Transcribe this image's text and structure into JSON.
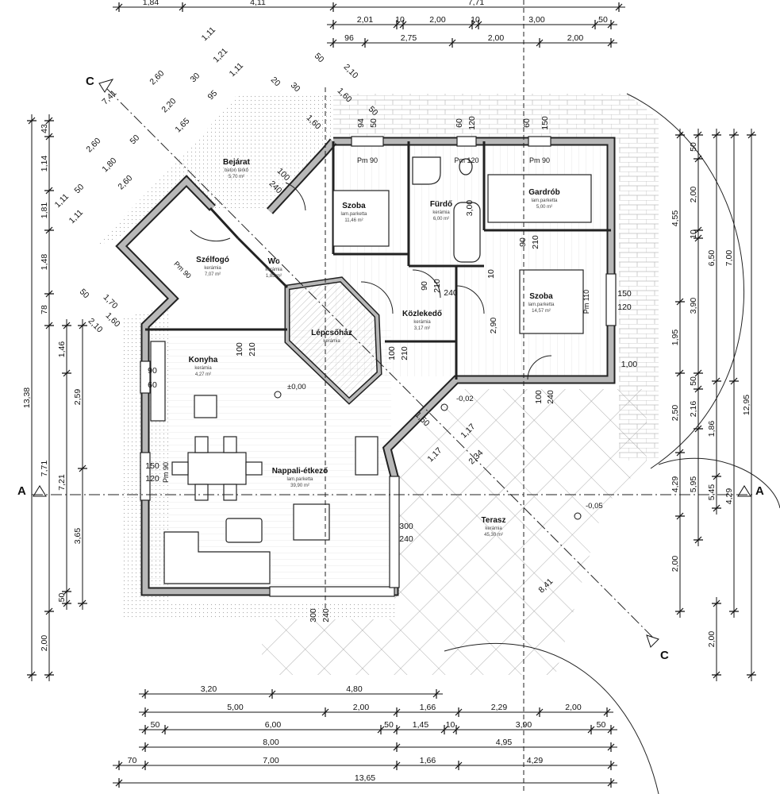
{
  "rooms": [
    {
      "name": "Bejárat",
      "finish": "beton térkő",
      "area": "5,70 m²"
    },
    {
      "name": "Szélfogó",
      "finish": "kerámia",
      "area": "7,07 m²"
    },
    {
      "name": "Wc",
      "finish": "kerámia",
      "area": "1,85 m²"
    },
    {
      "name": "Lépcsőház",
      "finish": "kerámia",
      "area": ""
    },
    {
      "name": "Közlekedő",
      "finish": "kerámia",
      "area": "3,17 m²"
    },
    {
      "name": "Szoba",
      "finish": "lam.parketta",
      "area": "11,46 m²"
    },
    {
      "name": "Fürdő",
      "finish": "kerámia",
      "area": "6,00 m²"
    },
    {
      "name": "Gardrób",
      "finish": "lam.parketta",
      "area": "5,00 m²"
    },
    {
      "name": "Szoba",
      "finish": "lam.parketta",
      "area": "14,57 m²"
    },
    {
      "name": "Konyha",
      "finish": "kerámia",
      "area": "4,27 m²"
    },
    {
      "name": "Nappali-étkező",
      "finish": "lam.parketta",
      "area": "39,90 m²"
    },
    {
      "name": "Terasz",
      "finish": "kerámia",
      "area": "45,30 m²"
    }
  ],
  "dimensions": {
    "top": [
      [
        "1,84",
        "4,11",
        "7,71"
      ],
      [
        "2,01",
        "10",
        "2,00",
        "10",
        "3,00",
        "50"
      ],
      [
        "96",
        "2,75",
        "2,00",
        "2,00"
      ]
    ],
    "bottom": [
      [
        "3,20",
        "4,80"
      ],
      [
        "5,00",
        "2,00",
        "1,66",
        "2,29",
        "2,00"
      ],
      [
        "50",
        "6,00",
        "50",
        "1,45",
        "10",
        "3,90",
        "50"
      ],
      [
        "8,00",
        "4,95"
      ],
      [
        "70",
        "7,00",
        "1,66",
        "4,29"
      ],
      [
        "13,65"
      ]
    ],
    "left": [
      [
        "13,38"
      ],
      [
        "43",
        "1,14",
        "1,81",
        "1,48",
        "78",
        "7,71",
        "2,00"
      ],
      [
        "1,46",
        "7,21",
        "50"
      ],
      [
        "2,59",
        "3,65"
      ]
    ],
    "right": [
      [
        "4,55",
        "1,95",
        "2,50",
        "4,29",
        "2,00"
      ],
      [
        "50",
        "2,00",
        "10",
        "3,90",
        "50",
        "2,16",
        "5,95"
      ],
      [
        "6,50",
        "1,86",
        "5,45"
      ],
      [
        "2,00"
      ],
      [
        "7,00",
        "4,29"
      ],
      [
        "12,95"
      ]
    ]
  },
  "annotations": [
    "7,41",
    "2,60",
    "2,20",
    "1,65",
    "2,60",
    "50",
    "1,80",
    "2,60",
    "1,11",
    "1,21",
    "1,11",
    "30",
    "95",
    "1,11",
    "50",
    "1,11",
    "50",
    "2,10",
    "1,60",
    "50",
    "20",
    "30",
    "1,60",
    "50",
    "1,70",
    "1,60",
    "2,10",
    "1,17",
    "1,17",
    "2,34",
    "1,50",
    "8,41",
    "Pm 90",
    "Pm 120",
    "Pm 90",
    "Pm 90",
    "Pm 110",
    "Pm 90",
    "90",
    "60",
    "150",
    "120",
    "150",
    "120",
    "100",
    "240",
    "300",
    "240",
    "300",
    "240",
    "100",
    "240",
    "100",
    "210",
    "90",
    "210",
    "3,00",
    "2,90",
    "10",
    "1,00",
    "94",
    "50",
    "60",
    "120",
    "60",
    "150",
    "100",
    "210",
    "90",
    "210",
    "240"
  ],
  "sections": [
    "A",
    "A",
    "C",
    "C"
  ],
  "levels": [
    "±0,00",
    "-0,02",
    "-0,05"
  ],
  "colors": {
    "wall": "#b8b8b8",
    "line": "#111111",
    "paving": "#9a9a9a"
  }
}
